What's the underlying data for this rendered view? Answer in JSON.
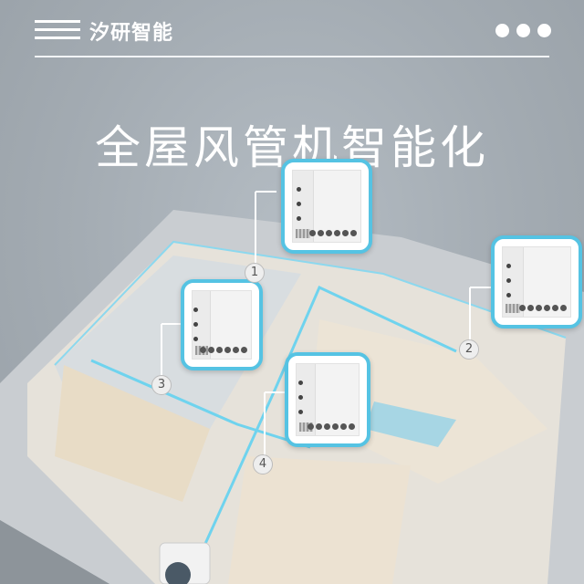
{
  "header": {
    "brand": "汐研智能",
    "menu_icon": "hamburger-menu-icon",
    "more_icon": "more-dots-icon"
  },
  "title": "全屋风管机智能化",
  "colors": {
    "accent": "#55c3e3",
    "background": "#a3abb2",
    "text": "#ffffff"
  },
  "illustration": {
    "description": "3D cutaway of apartment with ducted air conditioner controllers",
    "callouts": [
      {
        "number": "1",
        "label": "controller-1"
      },
      {
        "number": "2",
        "label": "controller-2"
      },
      {
        "number": "3",
        "label": "controller-3"
      },
      {
        "number": "4",
        "label": "controller-4"
      }
    ]
  }
}
